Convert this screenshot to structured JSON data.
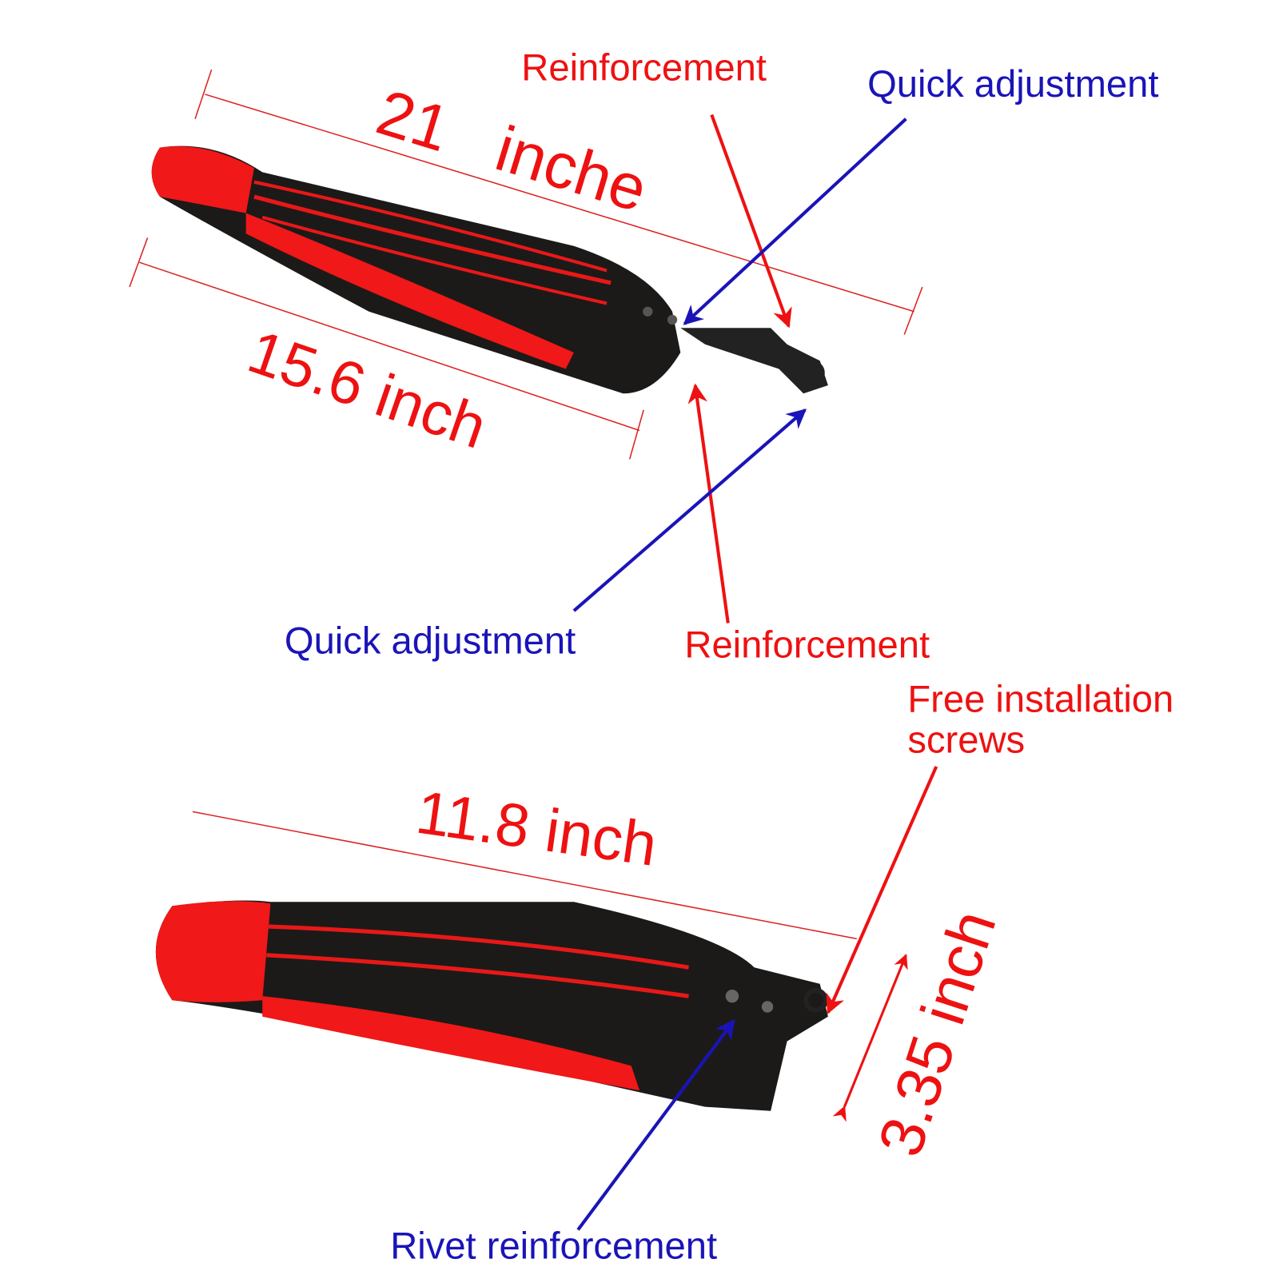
{
  "labels": {
    "top_reinforcement": "Reinforcement",
    "top_quick_adjustment": "Quick adjustment",
    "length_21": "21   inche",
    "length_15_6": "15.6 inch",
    "mid_quick_adjustment": "Quick adjustment",
    "mid_reinforcement": "Reinforcement",
    "free_installation_line1": "Free installation",
    "free_installation_line2": "screws",
    "length_11_8": "11.8 inch",
    "width_3_35": "3.35 inch",
    "rivet_reinforcement": "Rivet reinforcement"
  },
  "colors": {
    "annotation_red": "#ee1111",
    "annotation_blue": "#1a14b8",
    "fender_red": "#f01818",
    "fender_black": "#1c1a18"
  }
}
